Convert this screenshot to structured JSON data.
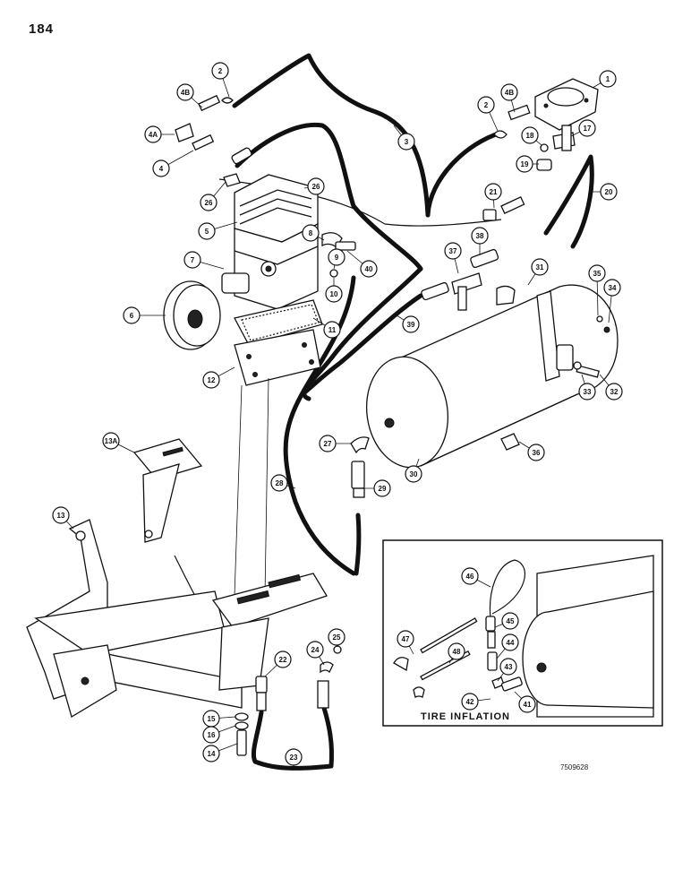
{
  "page_number": "184",
  "document_code": "7509628",
  "inset_title": "TIRE INFLATION",
  "callouts": [
    {
      "id": "c1",
      "label": "1"
    },
    {
      "id": "c2a",
      "label": "2"
    },
    {
      "id": "c2b",
      "label": "2"
    },
    {
      "id": "c3",
      "label": "3"
    },
    {
      "id": "c4",
      "label": "4"
    },
    {
      "id": "c4A",
      "label": "4A"
    },
    {
      "id": "c4Ba",
      "label": "4B"
    },
    {
      "id": "c4Bb",
      "label": "4B"
    },
    {
      "id": "c5",
      "label": "5"
    },
    {
      "id": "c6",
      "label": "6"
    },
    {
      "id": "c7",
      "label": "7"
    },
    {
      "id": "c8",
      "label": "8"
    },
    {
      "id": "c9",
      "label": "9"
    },
    {
      "id": "c10",
      "label": "10"
    },
    {
      "id": "c11",
      "label": "11"
    },
    {
      "id": "c12",
      "label": "12"
    },
    {
      "id": "c13",
      "label": "13"
    },
    {
      "id": "c13A",
      "label": "13A"
    },
    {
      "id": "c14",
      "label": "14"
    },
    {
      "id": "c15",
      "label": "15"
    },
    {
      "id": "c16",
      "label": "16"
    },
    {
      "id": "c17",
      "label": "17"
    },
    {
      "id": "c18",
      "label": "18"
    },
    {
      "id": "c19",
      "label": "19"
    },
    {
      "id": "c20",
      "label": "20"
    },
    {
      "id": "c21",
      "label": "21"
    },
    {
      "id": "c22",
      "label": "22"
    },
    {
      "id": "c23",
      "label": "23"
    },
    {
      "id": "c24",
      "label": "24"
    },
    {
      "id": "c25",
      "label": "25"
    },
    {
      "id": "c26a",
      "label": "26"
    },
    {
      "id": "c26b",
      "label": "26"
    },
    {
      "id": "c27",
      "label": "27"
    },
    {
      "id": "c28",
      "label": "28"
    },
    {
      "id": "c29",
      "label": "29"
    },
    {
      "id": "c30",
      "label": "30"
    },
    {
      "id": "c31",
      "label": "31"
    },
    {
      "id": "c32",
      "label": "32"
    },
    {
      "id": "c33",
      "label": "33"
    },
    {
      "id": "c34",
      "label": "34"
    },
    {
      "id": "c35",
      "label": "35"
    },
    {
      "id": "c36",
      "label": "36"
    },
    {
      "id": "c37",
      "label": "37"
    },
    {
      "id": "c38",
      "label": "38"
    },
    {
      "id": "c39",
      "label": "39"
    },
    {
      "id": "c40",
      "label": "40"
    },
    {
      "id": "c41",
      "label": "41"
    },
    {
      "id": "c42",
      "label": "42"
    },
    {
      "id": "c43",
      "label": "43"
    },
    {
      "id": "c44",
      "label": "44"
    },
    {
      "id": "c45",
      "label": "45"
    },
    {
      "id": "c46",
      "label": "46"
    },
    {
      "id": "c47",
      "label": "47"
    },
    {
      "id": "c48",
      "label": "48"
    }
  ]
}
